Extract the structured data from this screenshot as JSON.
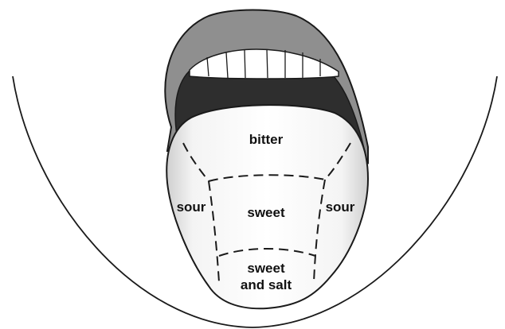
{
  "regions": {
    "back": "bitter",
    "center": "sweet",
    "left_side": "sour",
    "right_side": "sour",
    "tip_line1": "sweet",
    "tip_line2": "and salt"
  },
  "colors": {
    "outline": "#1a1a1a",
    "lips": "#8f8f8f",
    "mouth_interior": "#2e2e2e",
    "teeth": "#ffffff",
    "tongue": "#ffffff",
    "tongue_shade": "#d6d6d6",
    "background": "#ffffff"
  }
}
